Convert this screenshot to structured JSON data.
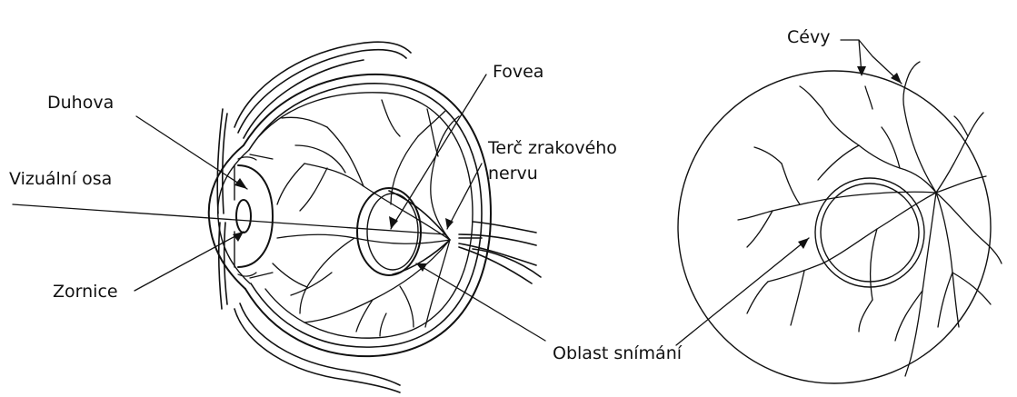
{
  "labels": {
    "iris": "Duhova",
    "visual_axis": "Vizuální osa",
    "pupil": "Zornice",
    "fovea": "Fovea",
    "optic_disc_line1": "Terč zrakového",
    "optic_disc_line2": "nervu",
    "vessels": "Cévy",
    "scan_area": "Oblast snímání"
  },
  "colors": {
    "ink": "#111111",
    "background": "#ffffff"
  }
}
